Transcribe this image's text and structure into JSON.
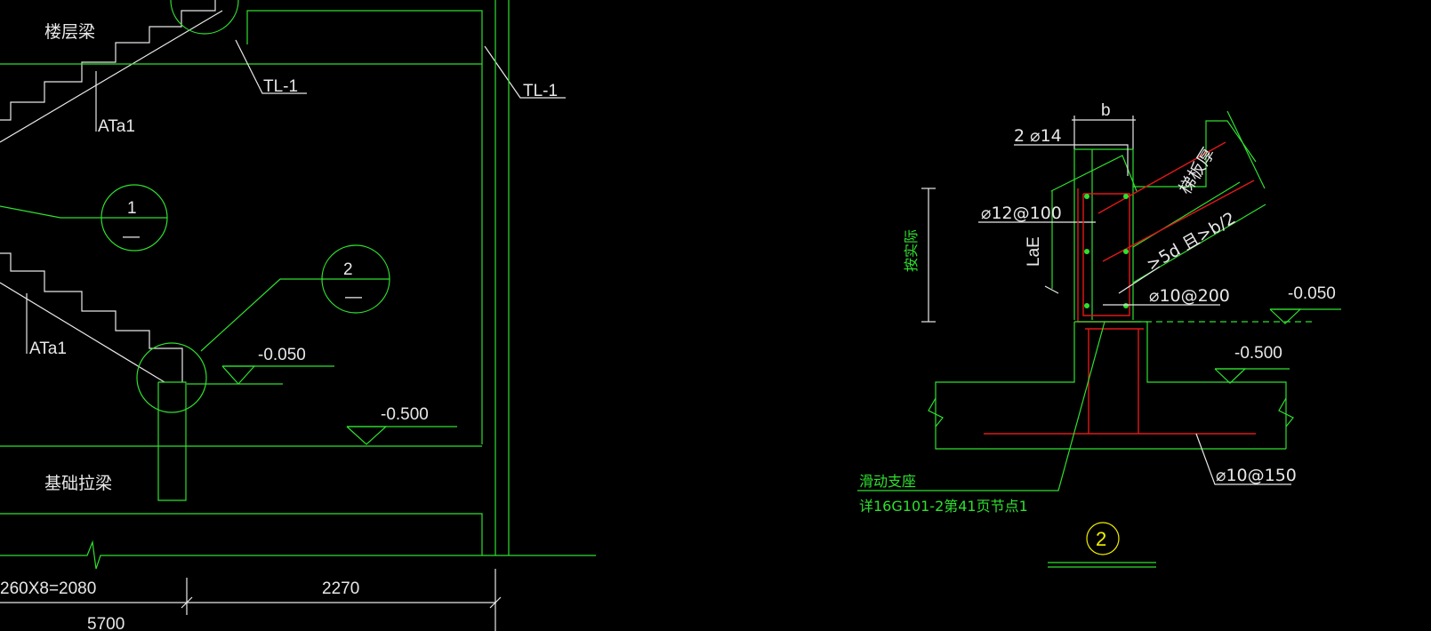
{
  "left_detail": {
    "floor_beam_label": "楼层梁",
    "tl_label_1": "TL-1",
    "tl_label_2": "TL-1",
    "flight_label_upper": "ATa1",
    "flight_label_lower": "ATa1",
    "callout_1_number": "1",
    "callout_1_sub": "—",
    "callout_2_number": "2",
    "callout_2_sub": "—",
    "elev_minus_0050": "-0.050",
    "elev_minus_0500": "-0.500",
    "foundation_tie_beam_label": "基础拉梁",
    "dim_steps": "260X8=2080",
    "dim_landing": "2270",
    "dim_total": "5700"
  },
  "right_detail": {
    "width_b": "b",
    "top_bars": "2 ⌀14",
    "stirrup_beam": "⌀12@100",
    "anchor_length": "LaE",
    "height_label": "按实际",
    "slab_thickness_label": "梯板厚",
    "anchor_rule": ">5d 且>b/2",
    "stirrup_bottom": "⌀10@200",
    "elev_minus_0050": "-0.050",
    "elev_minus_0500": "-0.500",
    "base_rebar": "⌀10@150",
    "sliding_support_note": "滑动支座",
    "reference_note": "详16G101-2第41页节点1",
    "detail_number": "2"
  },
  "colors": {
    "background": "#000000",
    "linework": "#2fe02f",
    "rebar": "#e01818",
    "text": "#e8e8e8",
    "detail_tag": "#f0f000"
  }
}
